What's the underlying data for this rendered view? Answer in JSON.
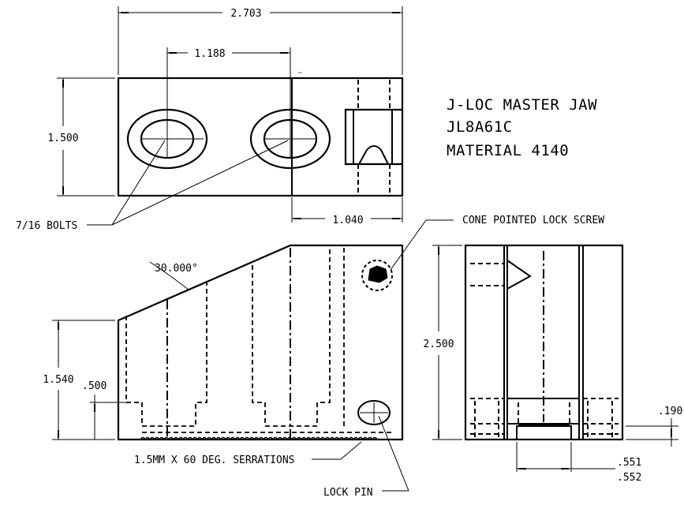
{
  "title_block": {
    "line1": "J-LOC MASTER JAW",
    "line2": "JL8A61C",
    "line3": "MATERIAL 4140"
  },
  "dimensions": {
    "overall_length": "2.703",
    "bolt_spacing": "1.188",
    "width": "1.500",
    "slot_offset": "1.040",
    "angle": "30.000°",
    "height_front": "1.540",
    "step_height": ".500",
    "height_side": "2.500",
    "serration_depth": ".190",
    "pin_width_min": ".551",
    "pin_width_max": ".552"
  },
  "callouts": {
    "bolts": "7/16 BOLTS",
    "lock_screw": "CONE POINTED LOCK SCREW",
    "serrations": "1.5MM X 60 DEG. SERRATIONS",
    "lock_pin": "LOCK PIN"
  }
}
